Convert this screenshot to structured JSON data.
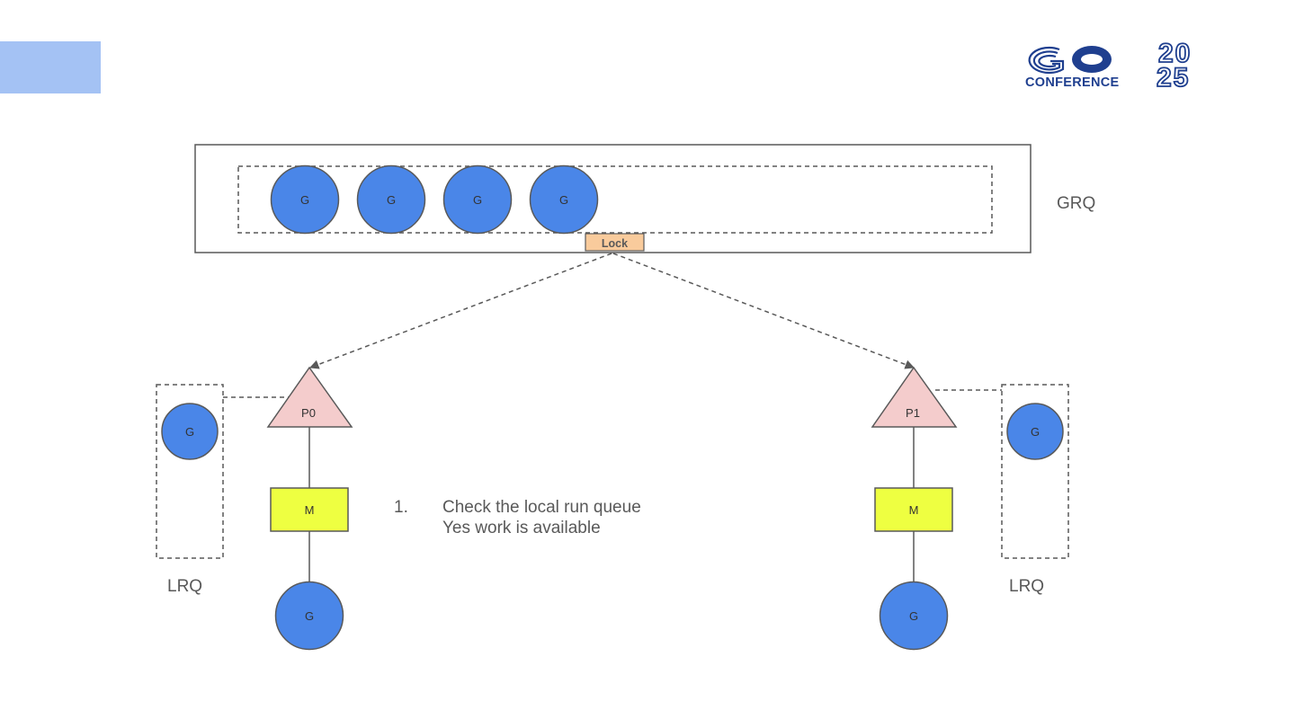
{
  "logo": {
    "text_main": "GO",
    "text_sub": "CONFERENCE",
    "year_top": "20",
    "year_bottom": "25",
    "color": "#1f3f8f"
  },
  "global_queue": {
    "label": "GRQ",
    "goroutines": [
      "G",
      "G",
      "G",
      "G"
    ],
    "lock_label": "Lock"
  },
  "processors": [
    {
      "label": "P0",
      "machine": "M",
      "running": "G",
      "local_queue_label": "LRQ",
      "local_queue": [
        "G"
      ]
    },
    {
      "label": "P1",
      "machine": "M",
      "running": "G",
      "local_queue_label": "LRQ",
      "local_queue": [
        "G"
      ]
    }
  ],
  "annotation": {
    "number": "1.",
    "lines": [
      "Check the local run queue",
      "Yes work is available"
    ]
  },
  "colors": {
    "goroutine": "#4a86e8",
    "processor": "#f4cccc",
    "machine": "#eeff41",
    "lock": "#f9cb9c",
    "accent": "#a4c2f4",
    "line": "#595959"
  }
}
